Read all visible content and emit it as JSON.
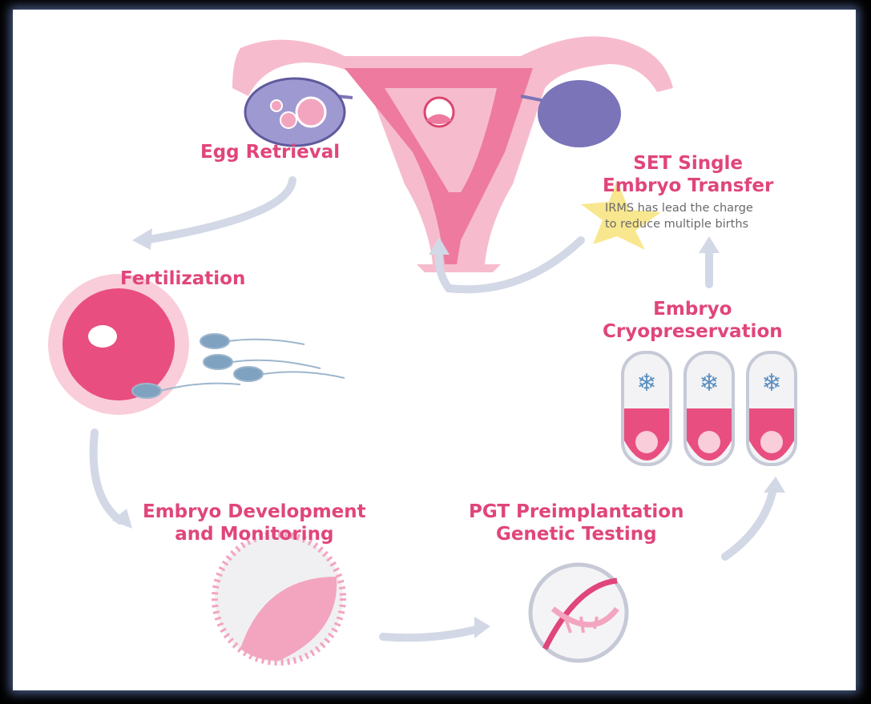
{
  "steps": {
    "egg_retrieval": "Egg Retrieval",
    "fertilization": "Fertilization",
    "embryo_development": [
      "Embryo Development",
      "and Monitoring"
    ],
    "pgt": [
      "PGT Preimplantation",
      "Genetic Testing"
    ],
    "cryopreservation": [
      "Embryo",
      "Cryopreservation"
    ],
    "set": [
      "SET Single",
      "Embryo Transfer"
    ],
    "set_note": [
      "IRMS has lead the charge",
      "to reduce multiple births"
    ]
  },
  "colors": {
    "accent": "#e0457b",
    "arrow": "#d3d8e6",
    "ovary": "#7b74b8",
    "uterus_light": "#f6bccd",
    "uterus_dark": "#ee7aa0",
    "sperm": "#7fa2c0",
    "star": "#f7e37a",
    "snowflake": "#5b8fc0"
  }
}
